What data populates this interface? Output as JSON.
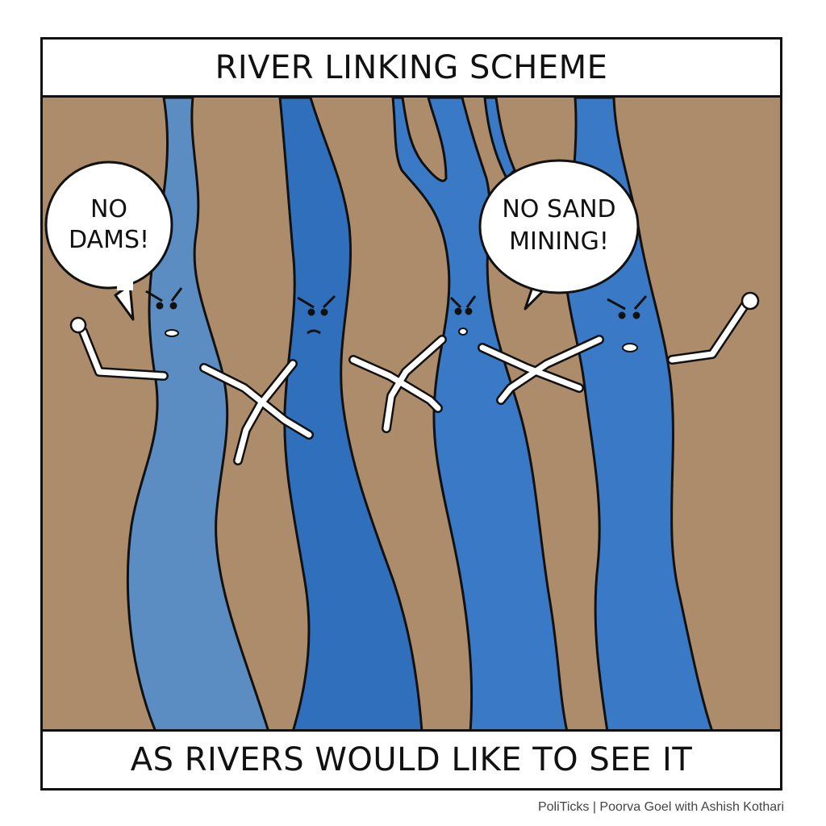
{
  "comic": {
    "title": "RIVER LINKING SCHEME",
    "caption": "AS RIVERS WOULD LIKE TO SEE IT",
    "credit": "PoliTicks | Poorva Goel with Ashish Kothari"
  },
  "speech_bubbles": [
    {
      "line1": "NO",
      "line2": "DAMS!"
    },
    {
      "line1": "NO SAND",
      "line2": "MINING!"
    }
  ],
  "colors": {
    "background": "#ad8c6c",
    "river_light": "#5b8dc3",
    "river_dark": "#2f6fbc",
    "river_mid": "#3a79c6",
    "outline": "#111111",
    "arms": "#ffffff"
  }
}
